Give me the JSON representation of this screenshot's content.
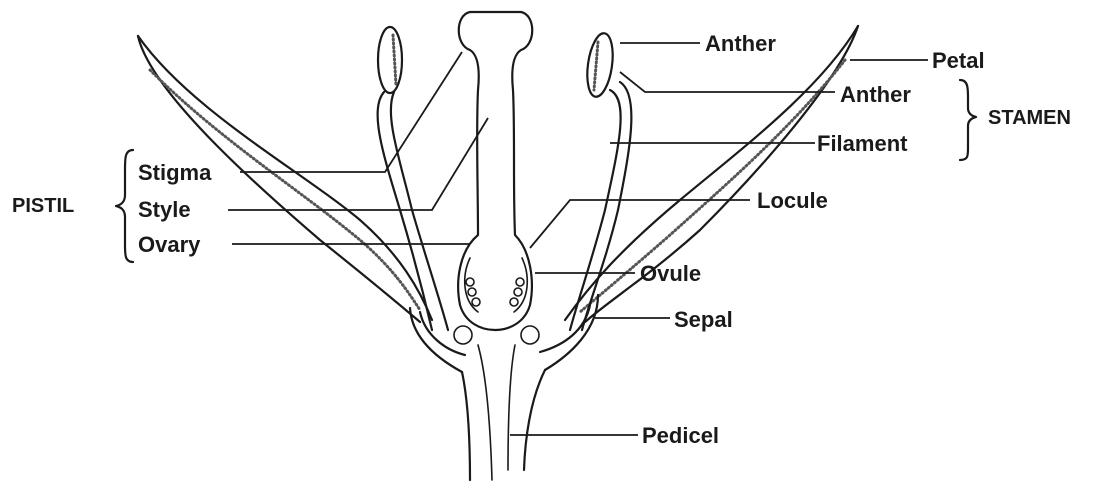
{
  "labels": {
    "anther_top": "Anther",
    "petal": "Petal",
    "anther": "Anther",
    "filament": "Filament",
    "stamen": "STAMEN",
    "stigma": "Stigma",
    "style": "Style",
    "ovary": "Ovary",
    "pistil": "PISTIL",
    "locule": "Locule",
    "ovule": "Ovule",
    "sepal": "Sepal",
    "pedicel": "Pedicel"
  }
}
